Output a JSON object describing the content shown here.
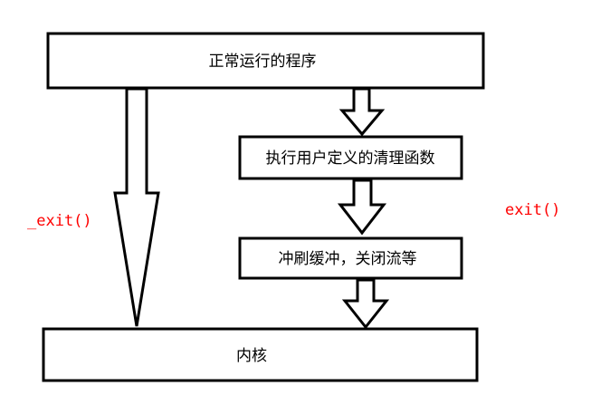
{
  "diagram": {
    "nodes": {
      "program": "正常运行的程序",
      "cleanup": "执行用户定义的清理函数",
      "flush": "冲刷缓冲，关闭流等",
      "kernel": "内核"
    },
    "labels": {
      "exit_direct": "_exit()",
      "exit_normal": "exit()"
    },
    "colors": {
      "stroke": "#000000",
      "label_red": "#ff0000",
      "background": "#ffffff"
    }
  }
}
